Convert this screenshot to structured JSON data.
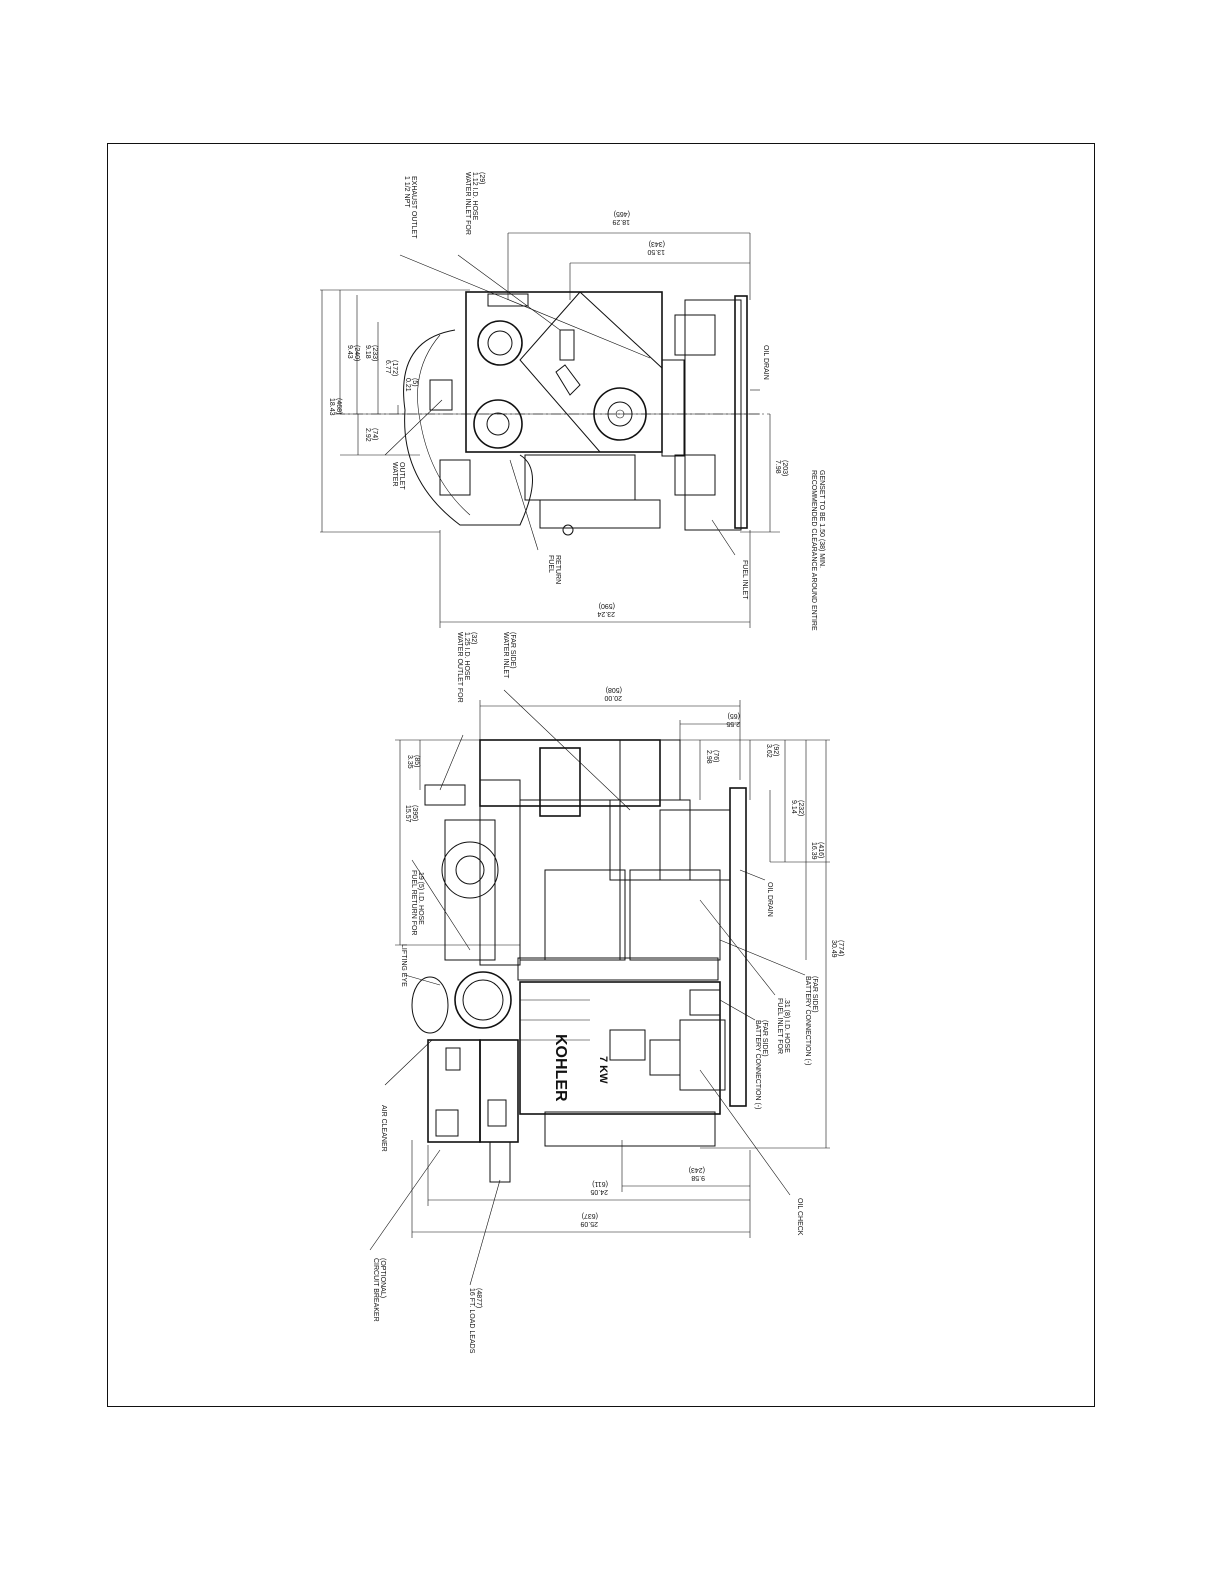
{
  "top_view": {
    "callouts": {
      "exhaust": [
        "1 1/2 NPT",
        "EXHAUST OUTLET"
      ],
      "water_inlet": [
        "WATER INLET FOR",
        "1.12 I.D. HOSE",
        "(29)"
      ],
      "water_outlet": [
        "WATER",
        "OUTLET"
      ],
      "fuel_return": [
        "FUEL",
        "RETURN"
      ],
      "fuel_inlet": "FUEL INLET",
      "oil_drain": "OIL DRAIN"
    },
    "dimensions": {
      "d_1829": [
        "18.29",
        "(465)"
      ],
      "d_1350": [
        "13.50",
        "(343)"
      ],
      "d_943": [
        "9.43",
        "(240)"
      ],
      "d_918": [
        "9.18",
        "(233)"
      ],
      "d_677": [
        "6.77",
        "(172)"
      ],
      "d_021": [
        "0.21",
        "(5)"
      ],
      "d_1843": [
        "18.43",
        "(468)"
      ],
      "d_292": [
        "2.92",
        "(74)"
      ],
      "d_798": [
        "7.98",
        "(203)"
      ],
      "d_2324": [
        "23.24",
        "(590)"
      ]
    },
    "note": [
      "RECOMMENDED CLEARANCE AROUND ENTIRE",
      "GENSET TO BE 1.50 (38) MIN."
    ]
  },
  "side_view": {
    "brand_plate": "KOHLER",
    "rating_plate": "7 KW",
    "callouts": {
      "water_outlet": [
        "WATER OUTLET FOR",
        "1.25 I.D. HOSE",
        "(32)"
      ],
      "water_inlet": [
        "WATER INLET",
        "(FAR SIDE)"
      ],
      "fuel_return": [
        "FUEL RETURN FOR",
        ".19 (5) I.D. HOSE"
      ],
      "lifting_eye": "LIFTING EYE",
      "air_cleaner": "AIR CLEANER",
      "circuit_breaker": [
        "CIRCUIT BREAKER",
        "(OPTIONAL)"
      ],
      "load_leads": [
        "16 FT. LOAD LEADS",
        "(4877)"
      ],
      "oil_drain": "OIL DRAIN",
      "oil_check": "OIL CHECK",
      "battery_neg": [
        "BATTERY CONNECTION (-)",
        "(FAR SIDE)"
      ],
      "fuel_inlet": [
        "FUEL INLET FOR",
        ".31 (8) I.D. HOSE"
      ],
      "battery_pos": [
        "BATTERY CONNECTION (-)",
        "(FAR SIDE)"
      ]
    },
    "dimensions": {
      "d_2000": [
        "20.00",
        "(508)"
      ],
      "d_255": [
        "2.55",
        "(65)"
      ],
      "d_335": [
        "3.35",
        "(85)"
      ],
      "d_298": [
        "2.98",
        "(76)"
      ],
      "d_362": [
        "3.62",
        "(92)"
      ],
      "d_1557": [
        "15.57",
        "(395)"
      ],
      "d_914": [
        "9.14",
        "(232)"
      ],
      "d_1639": [
        "16.39",
        "(416)"
      ],
      "d_3049": [
        "30.49",
        "(774)"
      ],
      "d_958": [
        "9.58",
        "(243)"
      ],
      "d_2405": [
        "24.05",
        "(611)"
      ],
      "d_2509": [
        "25.09",
        "(637)"
      ]
    }
  }
}
